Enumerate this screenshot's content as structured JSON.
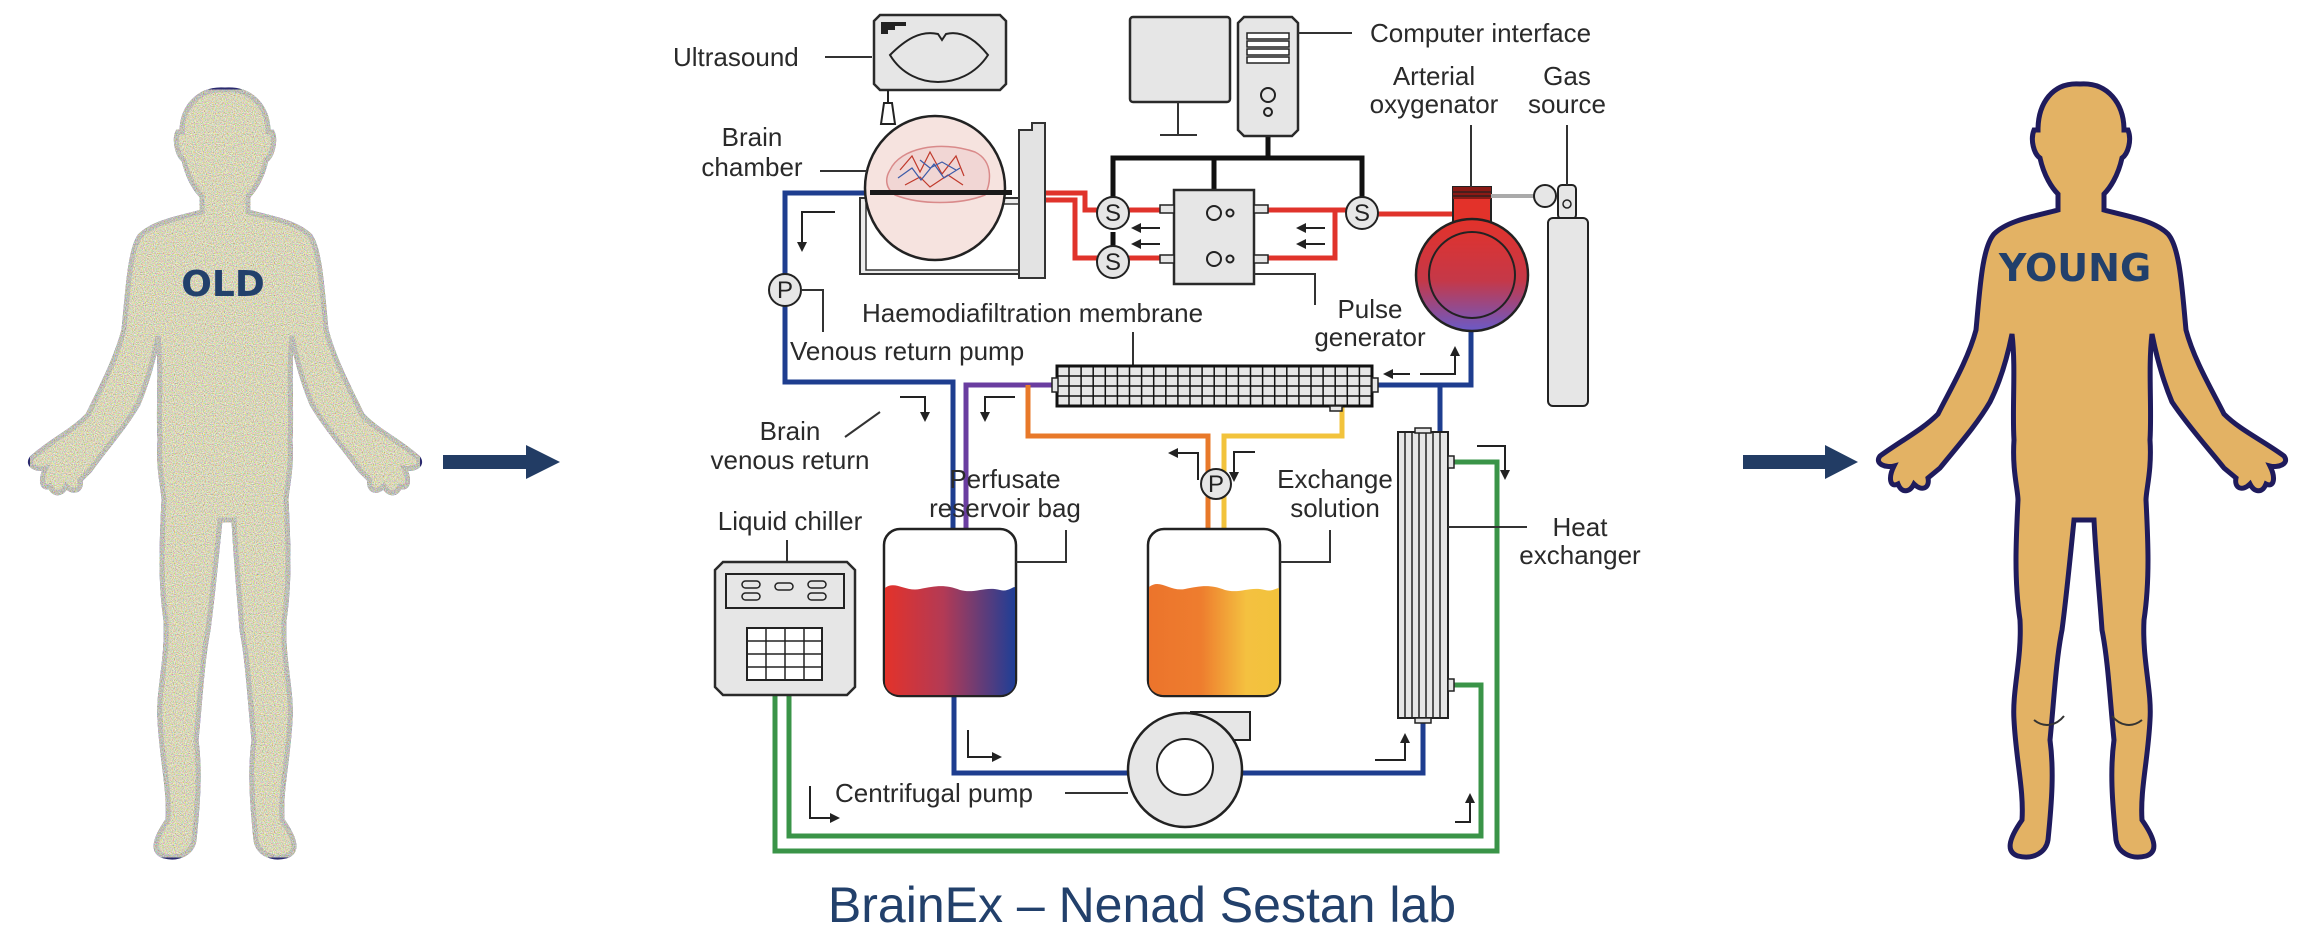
{
  "figure": {
    "left_figure": {
      "label": "OLD",
      "fill_style": "noisy multicolor speckle",
      "outline_color": "#2b2a6e"
    },
    "right_figure": {
      "label": "YOUNG",
      "fill_color": "#e3b264",
      "outline_color": "#1f1b5c"
    },
    "arrow_color": "#223c64",
    "label_color": "#22406b",
    "caption": "BrainEx – Nenad Sestan lab"
  },
  "diagram": {
    "labels": {
      "ultrasound": "Ultrasound",
      "brain_chamber_1": "Brain",
      "brain_chamber_2": "chamber",
      "computer_interface": "Computer interface",
      "arterial_oxygenator_1": "Arterial",
      "arterial_oxygenator_2": "oxygenator",
      "gas_source_1": "Gas",
      "gas_source_2": "source",
      "haemodiafiltration_membrane": "Haemodiafiltration membrane",
      "pulse_generator_1": "Pulse",
      "pulse_generator_2": "generator",
      "venous_return_pump": "Venous return pump",
      "brain_venous_return_1": "Brain",
      "brain_venous_return_2": "venous return",
      "perfusate_reservoir_1": "Perfusate",
      "perfusate_reservoir_2": "reservoir bag",
      "exchange_solution_1": "Exchange",
      "exchange_solution_2": "solution",
      "heat_exchanger_1": "Heat",
      "heat_exchanger_2": "exchanger",
      "liquid_chiller": "Liquid chiller",
      "centrifugal_pump": "Centrifugal pump"
    },
    "symbols": {
      "sensor": "S",
      "pump": "P"
    },
    "pipe_colors": {
      "arterial": "#e0332b",
      "venous": "#1e3d8f",
      "mixed": "#6a3da0",
      "perfusate_out": "#e8792a",
      "exchange": "#f2c33c",
      "coolant": "#3a9448",
      "control": "#111111"
    }
  }
}
